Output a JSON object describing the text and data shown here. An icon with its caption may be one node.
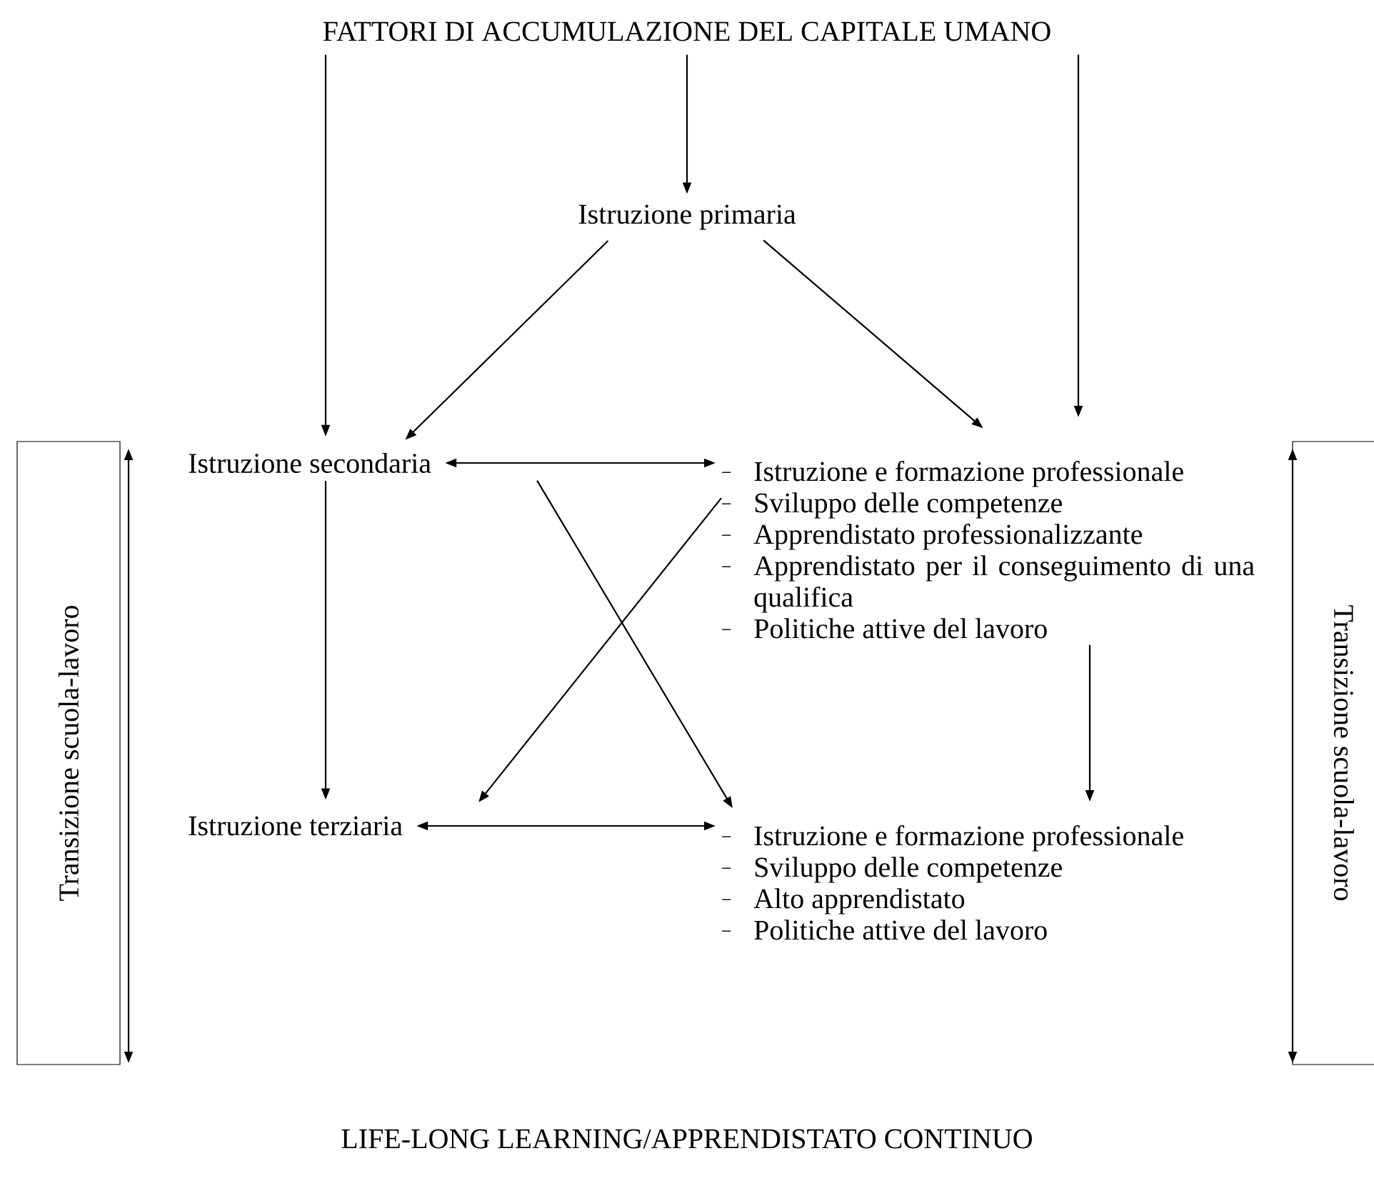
{
  "diagram": {
    "nodes": [
      {
        "text": [
          "FATTORI DI ACCUMULAZIONE DEL CAPITALE UMANO"
        ]
      },
      {
        "text": [
          "Istruzione primaria"
        ]
      },
      {
        "text": [
          "Istruzione secondaria"
        ]
      },
      {
        "text": [
          "Istruzione e formazione professionale",
          "Sviluppo delle competenze",
          "Apprendistato professionalizzante",
          "Apprendistato per il conseguimento di una qualifica",
          "Politiche attive del lavoro"
        ]
      },
      {
        "text": [
          "Istruzione terziaria"
        ]
      },
      {
        "text": [
          "Istruzione e formazione professionale",
          "Sviluppo delle competenze",
          "Alto apprendistato",
          "Politiche attive del lavoro"
        ]
      },
      {
        "text": [
          "Transizione scuola-lavoro"
        ]
      },
      {
        "text": [
          "Transizione scuola-lavoro"
        ]
      }
    ],
    "edges": [
      {
        "from": 0,
        "to": 1,
        "arrow": "to"
      },
      {
        "from": 0,
        "to": 2,
        "arrow": "to"
      },
      {
        "from": 0,
        "to": 3,
        "arrow": "to"
      },
      {
        "from": 1,
        "to": 2,
        "arrow": "to"
      },
      {
        "from": 1,
        "to": 3,
        "arrow": "to"
      },
      {
        "from": 2,
        "to": 3,
        "arrow": "both"
      },
      {
        "from": 2,
        "to": 4,
        "arrow": "to"
      },
      {
        "from": 2,
        "to": 5,
        "arrow": "to"
      },
      {
        "from": 3,
        "to": 4,
        "arrow": "to"
      },
      {
        "from": 3,
        "to": 5,
        "arrow": "to"
      },
      {
        "from": 4,
        "to": 5,
        "arrow": "both"
      }
    ],
    "labels": [
      "LIFE-LONG LEARNING/APPRENDISTATO CONTINUO"
    ]
  }
}
